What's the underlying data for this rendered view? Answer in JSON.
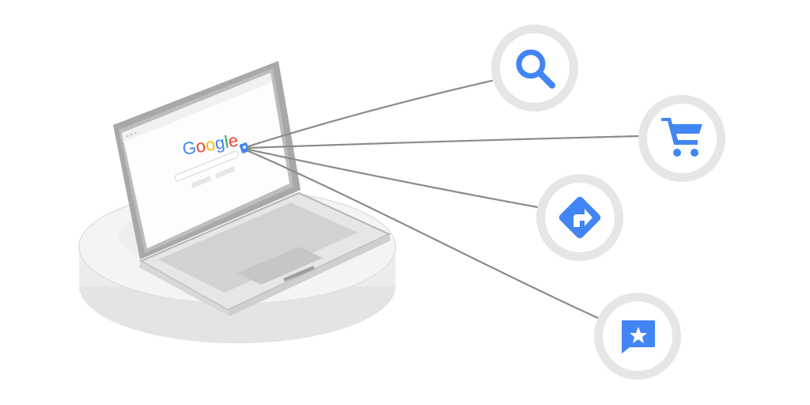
{
  "logo": {
    "letters": [
      {
        "char": "G",
        "color": "#4285F4"
      },
      {
        "char": "o",
        "color": "#EA4335"
      },
      {
        "char": "o",
        "color": "#FBBC05"
      },
      {
        "char": "g",
        "color": "#4285F4"
      },
      {
        "char": "l",
        "color": "#34A853"
      },
      {
        "char": "e",
        "color": "#EA4335"
      }
    ]
  },
  "colors": {
    "accent": "#4285F4",
    "icon_ring": "#e8e8e8",
    "line": "#8a8a8a",
    "laptop_frame": "#a6a6a6",
    "laptop_base": "#e3e3e3",
    "pedestal": "#ececec"
  },
  "destinations": [
    {
      "icon": "search-icon"
    },
    {
      "icon": "shopping-cart-icon"
    },
    {
      "icon": "directions-icon"
    },
    {
      "icon": "review-star-icon"
    }
  ]
}
